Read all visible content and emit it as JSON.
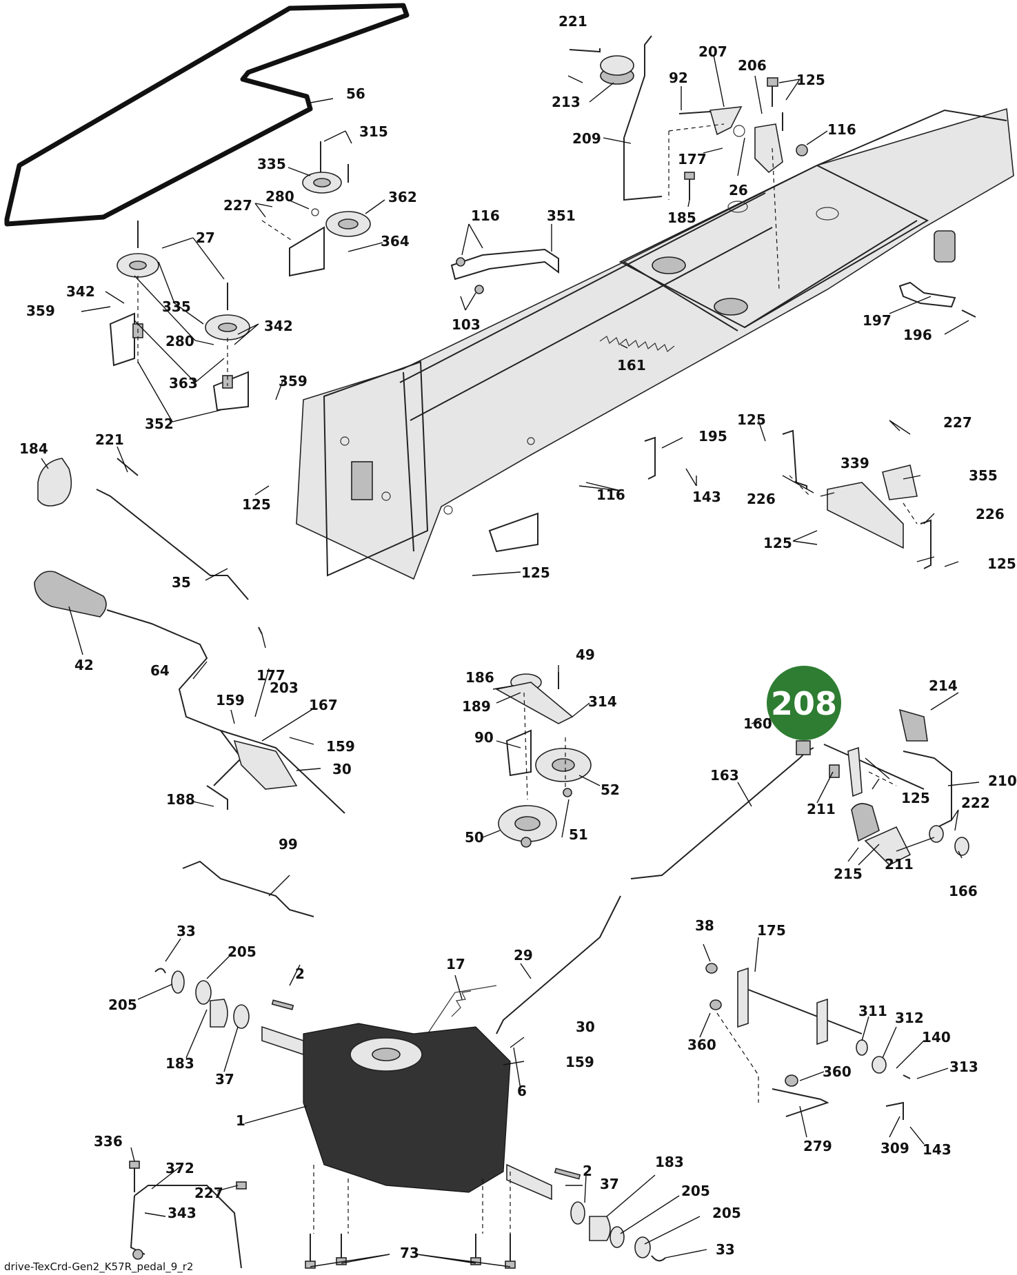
{
  "diagram": {
    "caption": "drive-TexCrd-Gen2_K57R_pedal_9_r2",
    "highlight": {
      "label": "208",
      "color": "#2e7d32"
    },
    "callouts": [
      {
        "id": "221",
        "text": "221"
      },
      {
        "id": "213",
        "text": "213"
      },
      {
        "id": "209",
        "text": "209"
      },
      {
        "id": "207",
        "text": "207"
      },
      {
        "id": "206",
        "text": "206"
      },
      {
        "id": "92",
        "text": "92"
      },
      {
        "id": "125",
        "text": "125"
      },
      {
        "id": "116",
        "text": "116"
      },
      {
        "id": "177",
        "text": "177"
      },
      {
        "id": "26",
        "text": "26"
      },
      {
        "id": "185",
        "text": "185"
      },
      {
        "id": "56",
        "text": "56"
      },
      {
        "id": "315",
        "text": "315"
      },
      {
        "id": "335",
        "text": "335"
      },
      {
        "id": "280",
        "text": "280"
      },
      {
        "id": "362",
        "text": "362"
      },
      {
        "id": "227",
        "text": "227"
      },
      {
        "id": "364",
        "text": "364"
      },
      {
        "id": "27",
        "text": "27"
      },
      {
        "id": "342",
        "text": "342"
      },
      {
        "id": "359",
        "text": "359"
      },
      {
        "id": "363",
        "text": "363"
      },
      {
        "id": "352",
        "text": "352"
      },
      {
        "id": "351",
        "text": "351"
      },
      {
        "id": "103",
        "text": "103"
      },
      {
        "id": "161",
        "text": "161"
      },
      {
        "id": "197",
        "text": "197"
      },
      {
        "id": "196",
        "text": "196"
      },
      {
        "id": "184",
        "text": "184"
      },
      {
        "id": "35",
        "text": "35"
      },
      {
        "id": "195",
        "text": "195"
      },
      {
        "id": "143",
        "text": "143"
      },
      {
        "id": "339",
        "text": "339"
      },
      {
        "id": "355",
        "text": "355"
      },
      {
        "id": "226",
        "text": "226"
      },
      {
        "id": "42",
        "text": "42"
      },
      {
        "id": "64",
        "text": "64"
      },
      {
        "id": "203",
        "text": "203"
      },
      {
        "id": "167",
        "text": "167"
      },
      {
        "id": "159",
        "text": "159"
      },
      {
        "id": "30",
        "text": "30"
      },
      {
        "id": "188",
        "text": "188"
      },
      {
        "id": "186",
        "text": "186"
      },
      {
        "id": "49",
        "text": "49"
      },
      {
        "id": "189",
        "text": "189"
      },
      {
        "id": "314",
        "text": "314"
      },
      {
        "id": "90",
        "text": "90"
      },
      {
        "id": "52",
        "text": "52"
      },
      {
        "id": "50",
        "text": "50"
      },
      {
        "id": "51",
        "text": "51"
      },
      {
        "id": "214",
        "text": "214"
      },
      {
        "id": "160",
        "text": "160"
      },
      {
        "id": "163",
        "text": "163"
      },
      {
        "id": "210",
        "text": "210"
      },
      {
        "id": "211",
        "text": "211"
      },
      {
        "id": "222",
        "text": "222"
      },
      {
        "id": "215",
        "text": "215"
      },
      {
        "id": "166",
        "text": "166"
      },
      {
        "id": "99",
        "text": "99"
      },
      {
        "id": "33",
        "text": "33"
      },
      {
        "id": "205",
        "text": "205"
      },
      {
        "id": "2",
        "text": "2"
      },
      {
        "id": "17",
        "text": "17"
      },
      {
        "id": "29",
        "text": "29"
      },
      {
        "id": "183",
        "text": "183"
      },
      {
        "id": "37",
        "text": "37"
      },
      {
        "id": "6",
        "text": "6"
      },
      {
        "id": "1",
        "text": "1"
      },
      {
        "id": "38",
        "text": "38"
      },
      {
        "id": "175",
        "text": "175"
      },
      {
        "id": "360",
        "text": "360"
      },
      {
        "id": "311",
        "text": "311"
      },
      {
        "id": "312",
        "text": "312"
      },
      {
        "id": "140",
        "text": "140"
      },
      {
        "id": "313",
        "text": "313"
      },
      {
        "id": "279",
        "text": "279"
      },
      {
        "id": "309",
        "text": "309"
      },
      {
        "id": "336",
        "text": "336"
      },
      {
        "id": "372",
        "text": "372"
      },
      {
        "id": "343",
        "text": "343"
      },
      {
        "id": "73",
        "text": "73"
      }
    ]
  }
}
